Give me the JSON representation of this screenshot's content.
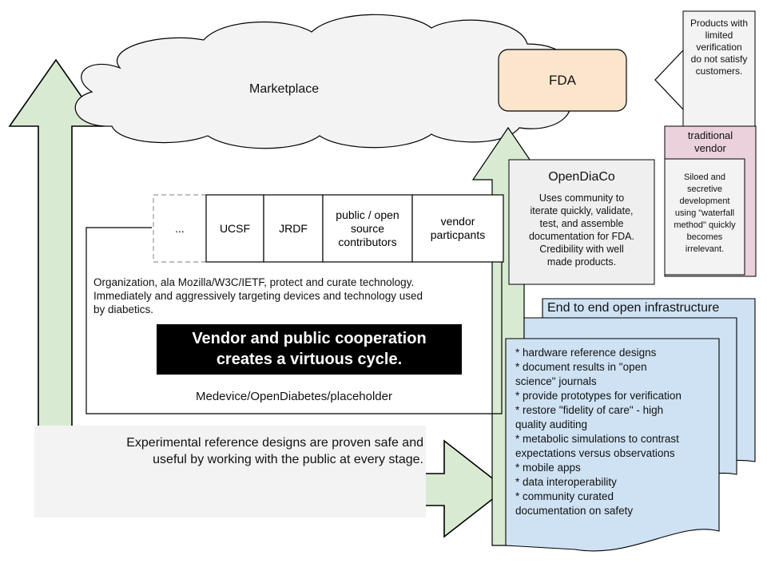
{
  "marketplace": {
    "label": "Marketplace"
  },
  "fda": {
    "label": "FDA",
    "fill": "#fce5cd"
  },
  "products_note": {
    "lines": [
      "Products with",
      "limited",
      "verification",
      "do not satisfy",
      "customers."
    ]
  },
  "traditional_vendor": {
    "label_lines": [
      "traditional",
      "vendor"
    ],
    "fill": "#ead1dc",
    "desc_lines": [
      "Siloed and",
      "secretive",
      "development",
      "using \"waterfall",
      "method\" quickly",
      "becomes",
      "irrelevant."
    ]
  },
  "opendiaco": {
    "title": "OpenDiaCo",
    "desc_lines": [
      "Uses community to",
      "iterate quickly, validate,",
      "test, and assemble",
      "documentation for FDA.",
      "Credibility with well",
      "made products."
    ],
    "fill": "#efefef"
  },
  "org_cells": [
    "...",
    "UCSF",
    "JRDF",
    "public / open source contributors",
    "vendor particpants"
  ],
  "org_description": [
    "Organization, ala Mozilla/W3C/IETF, protect and curate technology.",
    "Immediately and aggressively targeting devices and technology used",
    "by diabetics."
  ],
  "cooperation_banner": [
    "Vendor and public cooperation",
    "creates a virtuous cycle."
  ],
  "org_name": "Medevice/OpenDiabetes/placeholder",
  "experimental_note": [
    "Experimental reference designs are proven safe and",
    "useful by working with the public at every stage."
  ],
  "infrastructure": {
    "title": "End to end open infrastructure",
    "fill": "#cfe2f3",
    "items": [
      "* hardware reference designs",
      "* document results in \"open",
      "science\" journals",
      "* provide prototypes for verification",
      "* restore \"fidelity of care\" - high",
      "quality auditing",
      "* metabolic simulations to contrast",
      "expectations versus observations",
      "* mobile apps",
      "* data interoperability",
      "* community curated",
      "documentation on safety"
    ]
  },
  "colors": {
    "arrow_fill": "#d9ead3",
    "note_bg": "#f3f3f3"
  }
}
